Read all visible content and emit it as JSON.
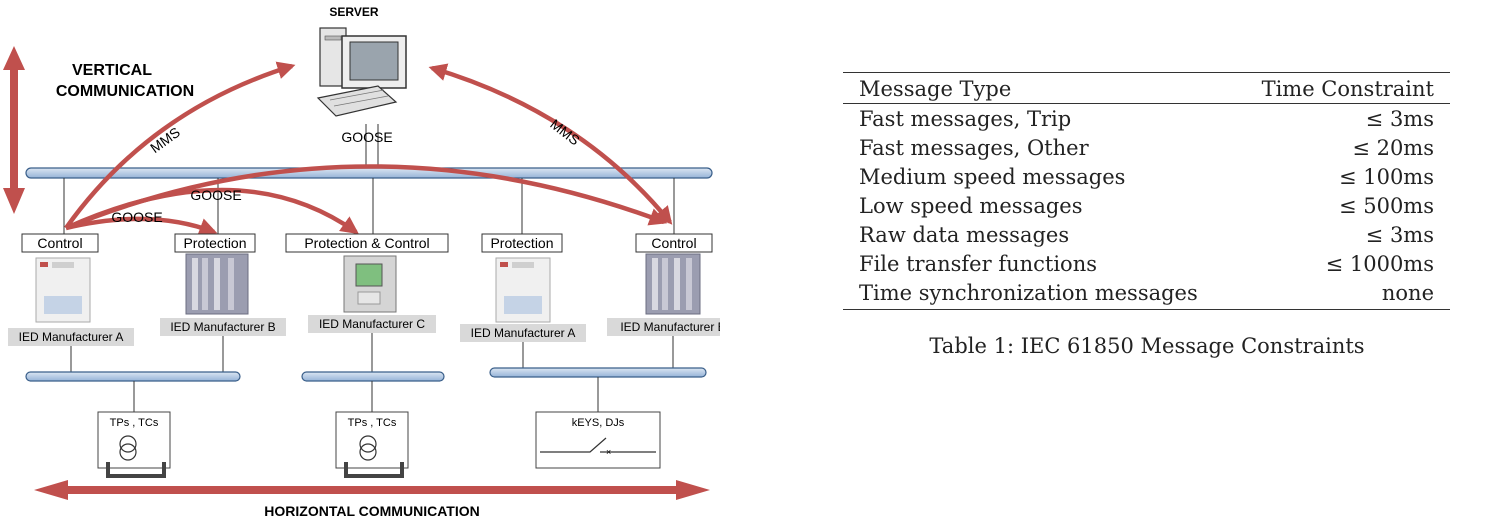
{
  "diagram": {
    "server_label": "SERVER",
    "vertical_label_line1": "VERTICAL",
    "vertical_label_line2": "COMMUNICATION",
    "horizontal_label": "HORIZONTAL COMMUNICATION",
    "arrow_labels": {
      "mms_left": "MMS",
      "mms_right": "MMS",
      "goose_top": "GOOSE",
      "goose_mid": "GOOSE",
      "goose_low": "GOOSE"
    },
    "nodes": [
      {
        "box": "Control",
        "device": "IED Manufacturer A"
      },
      {
        "box": "Protection",
        "device": "IED Manufacturer B"
      },
      {
        "box": "Protection & Control",
        "device": "IED Manufacturer C"
      },
      {
        "box": "Protection",
        "device": "IED Manufacturer A"
      },
      {
        "box": "Control",
        "device": "IED Manufacturer  B"
      }
    ],
    "field_devices": [
      "TPs , TCs",
      "TPs , TCs",
      "kEYS, DJs"
    ],
    "colors": {
      "arrow": "#c0504d",
      "bus": "#b8cce4",
      "bus_border": "#3a5f8a",
      "label_bg": "#d9d9d9"
    }
  },
  "table": {
    "headers": [
      "Message Type",
      "Time Constraint"
    ],
    "rows": [
      [
        "Fast messages, Trip",
        "≤ 3ms"
      ],
      [
        "Fast messages, Other",
        "≤ 20ms"
      ],
      [
        "Medium speed messages",
        "≤ 100ms"
      ],
      [
        "Low speed messages",
        "≤ 500ms"
      ],
      [
        "Raw data messages",
        "≤ 3ms"
      ],
      [
        "File transfer functions",
        "≤ 1000ms"
      ],
      [
        "Time synchronization messages",
        "none"
      ]
    ],
    "caption": "Table 1: IEC 61850 Message Constraints"
  }
}
